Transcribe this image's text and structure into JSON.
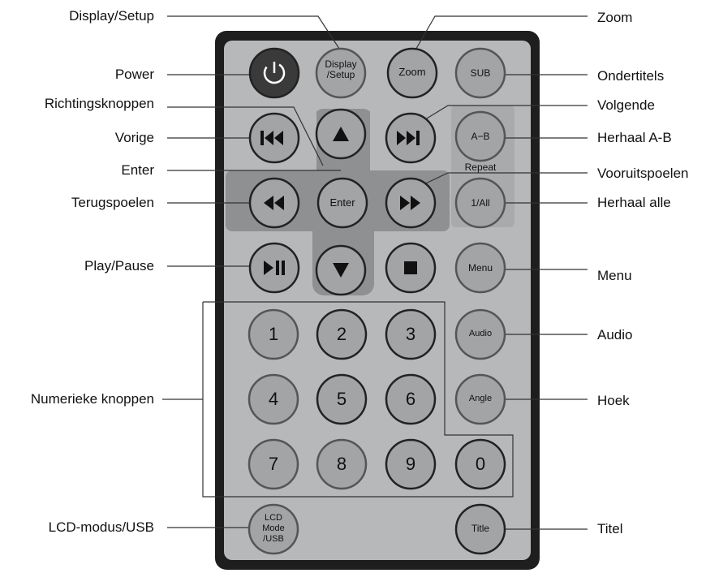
{
  "labels": {
    "display_setup": "Display/Setup",
    "zoom": "Zoom",
    "power": "Power",
    "ondertitels": "Ondertitels",
    "richtingsknoppen": "Richtingsknoppen",
    "volgende": "Volgende",
    "vorige": "Vorige",
    "herhaal_ab": "Herhaal A-B",
    "enter": "Enter",
    "vooruitspoelen": "Vooruitspoelen",
    "terugspoelen": "Terugspoelen",
    "herhaal_alle": "Herhaal alle",
    "play_pause": "Play/Pause",
    "menu": "Menu",
    "audio": "Audio",
    "numerieke": "Numerieke knoppen",
    "hoek": "Hoek",
    "lcd": "LCD-modus/USB",
    "titel": "Titel"
  },
  "buttons": {
    "display_setup": "Display\n/Setup",
    "zoom": "Zoom",
    "sub": "SUB",
    "ab": "A−B",
    "repeat": "Repeat",
    "all": "1/All",
    "enter": "Enter",
    "menu": "Menu",
    "audio": "Audio",
    "angle": "Angle",
    "lcd": "LCD\nMode\n/USB",
    "title": "Title",
    "n1": "1",
    "n2": "2",
    "n3": "3",
    "n4": "4",
    "n5": "5",
    "n6": "6",
    "n7": "7",
    "n8": "8",
    "n9": "9",
    "n0": "0"
  }
}
